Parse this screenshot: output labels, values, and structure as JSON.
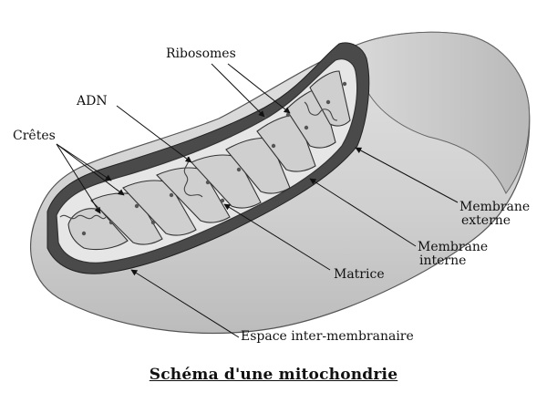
{
  "labels": {
    "ribosomes": "Ribosomes",
    "adn": "ADN",
    "cretes": "Crêtes",
    "membrane_externe": [
      "Membrane",
      "externe"
    ],
    "membrane_interne": [
      "Membrane",
      "interne"
    ],
    "matrice": "Matrice",
    "espace": "Espace inter-membranaire"
  },
  "caption": "Schéma d'une mitochondrie",
  "colors": {
    "outer_membrane": "#d6d6d6",
    "outer_shadow": "#bdbdbd",
    "cavity": "#4a4a4a",
    "inner_membrane": "#e9e9e9",
    "matrix": "#cfcfcf",
    "leader": "#111111"
  }
}
